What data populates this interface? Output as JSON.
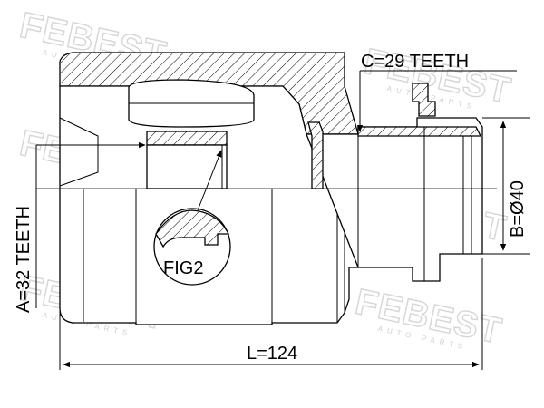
{
  "diagram": {
    "labels": {
      "c_teeth": "C=29 TEETH",
      "a_teeth": "A=32 TEETH",
      "b_diameter": "B=Ø40",
      "length": "L=124",
      "fig": "FIG2"
    },
    "watermark": {
      "brand": "FEBEST",
      "sub": "AUTO PARTS"
    }
  }
}
